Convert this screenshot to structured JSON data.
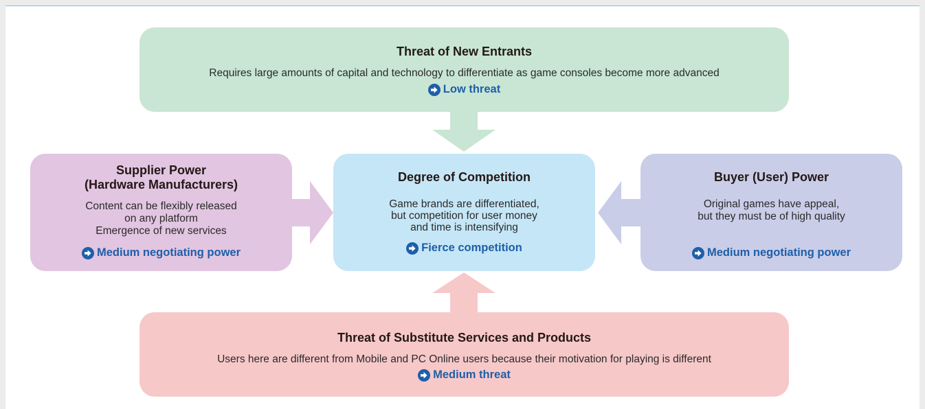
{
  "diagram": {
    "top": {
      "title": "Threat of New Entrants",
      "body": "Requires large amounts of capital and technology to differentiate as game consoles become more advanced",
      "result": "Low threat",
      "color": "#c8e6d3"
    },
    "left": {
      "title_line1": "Supplier Power",
      "title_line2": "(Hardware Manufacturers)",
      "body_line1": "Content can be flexibly released",
      "body_line2": "on any platform",
      "body_line3": "Emergence of new services",
      "result": "Medium negotiating power",
      "color": "#e2c5e1"
    },
    "center": {
      "title": "Degree of Competition",
      "body_line1": "Game brands are differentiated,",
      "body_line2": "but competition for user money",
      "body_line3": "and time is intensifying",
      "result": "Fierce competition",
      "color": "#c5e6f6"
    },
    "right": {
      "title": "Buyer (User) Power",
      "body_line1": "Original games have appeal,",
      "body_line2": "but they must be of high quality",
      "result": "Medium negotiating power",
      "color": "#cacde8"
    },
    "bottom": {
      "title": "Threat of Substitute Services and Products",
      "body": "Users here are different from Mobile and PC Online users because their motivation for playing is different",
      "result": "Medium threat",
      "color": "#f7c8c8"
    },
    "result_color": "#1e5fa8",
    "result_icon": "arrow-circle-right-icon"
  }
}
